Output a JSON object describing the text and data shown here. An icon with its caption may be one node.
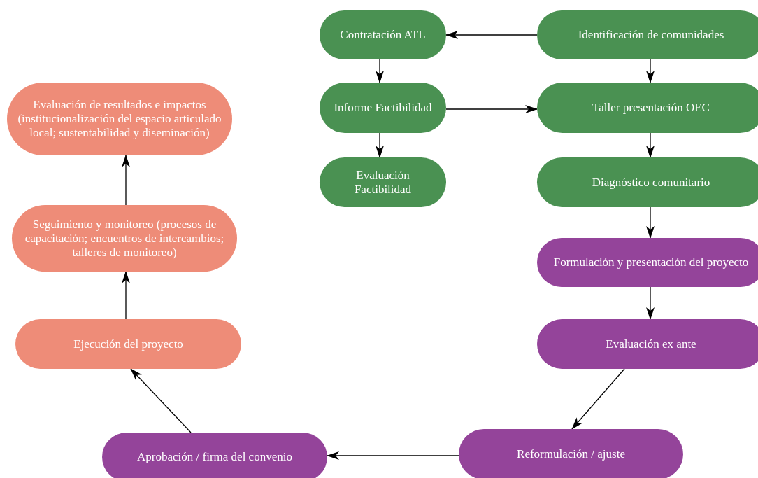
{
  "diagram": {
    "nodes": [
      {
        "text": [
          "Contratación ATL"
        ]
      },
      {
        "text": [
          "Identificación de comunidades"
        ]
      },
      {
        "text": [
          "Evaluación de resultados e impactos (institucionalización del espacio articulado local; sustentabilidad y diseminación)"
        ]
      },
      {
        "text": [
          "Informe Factibilidad"
        ]
      },
      {
        "text": [
          "Taller presentación OEC"
        ]
      },
      {
        "text": [
          "Evaluación Factibilidad"
        ]
      },
      {
        "text": [
          "Diagnóstico comunitario"
        ]
      },
      {
        "text": [
          "Seguimiento y monitoreo (procesos de capacitación; encuentros de intercambios; talleres de monitoreo)"
        ]
      },
      {
        "text": [
          "Formulación y presentación del proyecto"
        ]
      },
      {
        "text": [
          "Ejecución del proyecto"
        ]
      },
      {
        "text": [
          "Evaluación ex ante"
        ]
      },
      {
        "text": [
          "Reformulación / ajuste"
        ]
      },
      {
        "text": [
          "Aprobación / firma del convenio"
        ]
      }
    ],
    "edges": [
      {
        "from": 1,
        "to": 0,
        "arrow": "to"
      },
      {
        "from": 0,
        "to": 3,
        "arrow": "to"
      },
      {
        "from": 3,
        "to": 4,
        "arrow": "to"
      },
      {
        "from": 3,
        "to": 5,
        "arrow": "to"
      },
      {
        "from": 1,
        "to": 4,
        "arrow": "to"
      },
      {
        "from": 4,
        "to": 6,
        "arrow": "to"
      },
      {
        "from": 6,
        "to": 8,
        "arrow": "to"
      },
      {
        "from": 8,
        "to": 10,
        "arrow": "to"
      },
      {
        "from": 10,
        "to": 11,
        "arrow": "to"
      },
      {
        "from": 11,
        "to": 12,
        "arrow": "to"
      },
      {
        "from": 12,
        "to": 9,
        "arrow": "to"
      },
      {
        "from": 9,
        "to": 7,
        "arrow": "to"
      },
      {
        "from": 7,
        "to": 2,
        "arrow": "to"
      }
    ]
  }
}
